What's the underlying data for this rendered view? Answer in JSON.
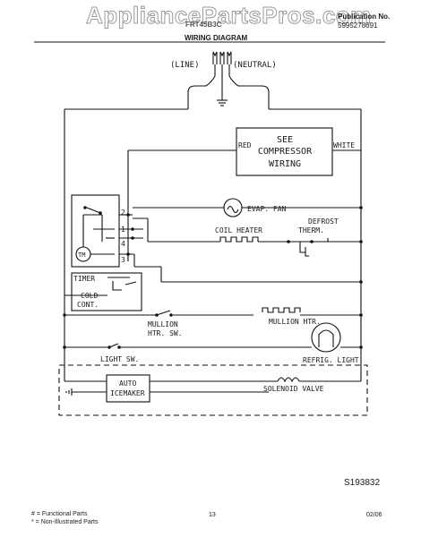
{
  "header": {
    "watermark": "AppliancePartsPros.com",
    "model": "FRT45B3C",
    "publication_label": "Publication No.",
    "publication_number": "5995278691",
    "title": "WIRING DIAGRAM"
  },
  "power": {
    "line": "(LINE)",
    "neutral": "(NEUTRAL)"
  },
  "compressor_box": {
    "lines": [
      "SEE",
      "COMPRESSOR",
      "WIRING"
    ],
    "red": "RED",
    "white": "WHITE"
  },
  "components": {
    "evap_fan": "EVAP. FAN",
    "coil_heater": "COIL HEATER",
    "defrost_therm_1": "DEFROST",
    "defrost_therm_2": "THERM.",
    "timer": "TIMER",
    "timer_motor": "TM",
    "cold_cont_1": "COLD",
    "cold_cont_2": "CONT.",
    "mullion_sw_1": "MULLION",
    "mullion_sw_2": "HTR. SW.",
    "mullion_htr": "MULLION HTR.",
    "light_sw": "LIGHT SW.",
    "refrig_light": "REFRIG. LIGHT",
    "icemaker_1": "AUTO",
    "icemaker_2": "ICEMAKER",
    "solenoid_valve": "SOLENOID VALVE"
  },
  "timer_terminals": [
    "2",
    "1",
    "4",
    "3"
  ],
  "footer": {
    "code": "S193832",
    "legend_1": "# = Functional Parts",
    "legend_2": "* = Non-Illustrated Parts",
    "page": "13",
    "date": "02/06"
  }
}
